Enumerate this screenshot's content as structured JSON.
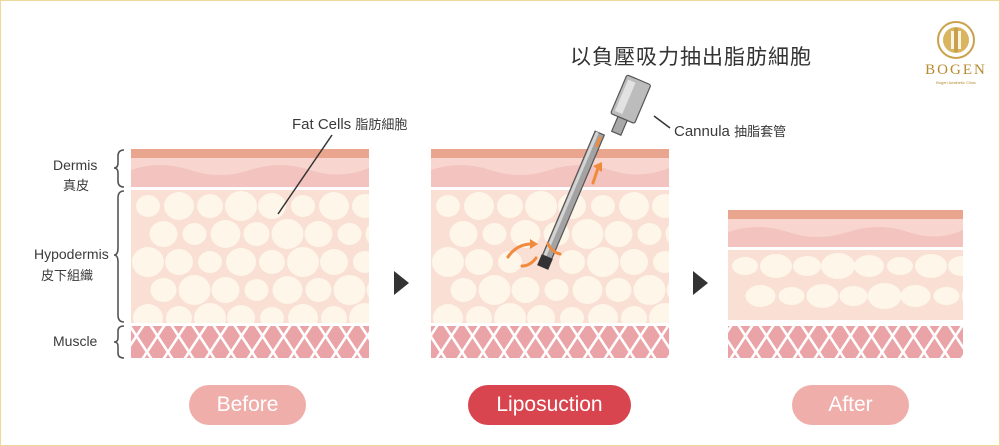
{
  "heading": "以負壓吸力抽出脂肪細胞",
  "layers": {
    "dermis": {
      "en": "Dermis",
      "zh": "真皮"
    },
    "hypodermis": {
      "en": "Hypodermis",
      "zh": "皮下組織"
    },
    "muscle": {
      "en": "Muscle"
    }
  },
  "callouts": {
    "fat_cells": {
      "en": "Fat Cells",
      "zh": "脂肪細胞"
    },
    "cannula": {
      "en": "Cannula",
      "zh": "抽脂套管"
    }
  },
  "stages": [
    {
      "label": "Before"
    },
    {
      "label": "Liposuction"
    },
    {
      "label": "After"
    }
  ],
  "brand": {
    "name": "BOGEN",
    "tagline": "Bogen Aesthetic Clinic"
  },
  "colors": {
    "dermis_top": "#e9a58e",
    "dermis_fill": "#f8d6cf",
    "hypodermis_fill": "#f9dfd4",
    "fat_cell": "#fdf6e9",
    "muscle_fill": "#eaa3a7",
    "arrow_orange": "#f08a3c",
    "pill_light": "#efaeaa",
    "pill_active": "#d9454f",
    "text_dark": "#3a3a3a",
    "gold": "#c9a14a"
  }
}
